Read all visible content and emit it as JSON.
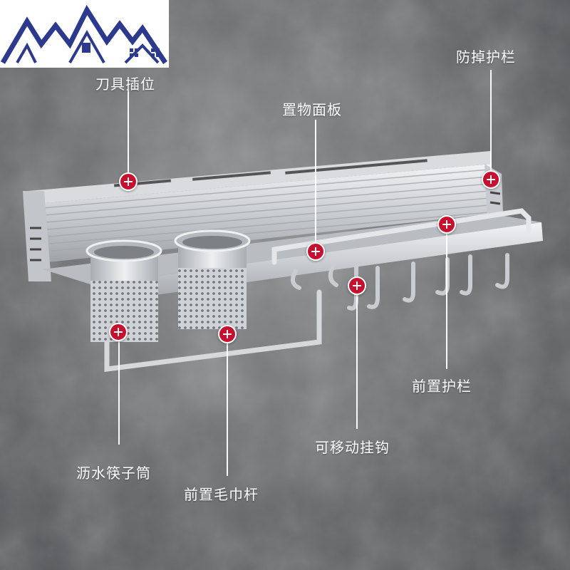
{
  "colors": {
    "marker": "#c8102e",
    "logo_blue": "#2b3a8f",
    "label": "#ffffff",
    "wall": "#6f7173"
  },
  "logo": {
    "icon": "house-roof-logo"
  },
  "product": {
    "name": "kitchen-wall-rack",
    "icons": [
      "plus-marker-icon"
    ]
  },
  "callouts": [
    {
      "id": "knife-slot",
      "label": "刀具插位"
    },
    {
      "id": "shelf-panel",
      "label": "置物面板"
    },
    {
      "id": "anti-fall-guard",
      "label": "防掉护栏"
    },
    {
      "id": "front-guard",
      "label": "前置护栏"
    },
    {
      "id": "movable-hook",
      "label": "可移动挂钩"
    },
    {
      "id": "chopstick-holder",
      "label": "沥水筷子筒"
    },
    {
      "id": "towel-bar",
      "label": "前置毛巾杆"
    }
  ]
}
